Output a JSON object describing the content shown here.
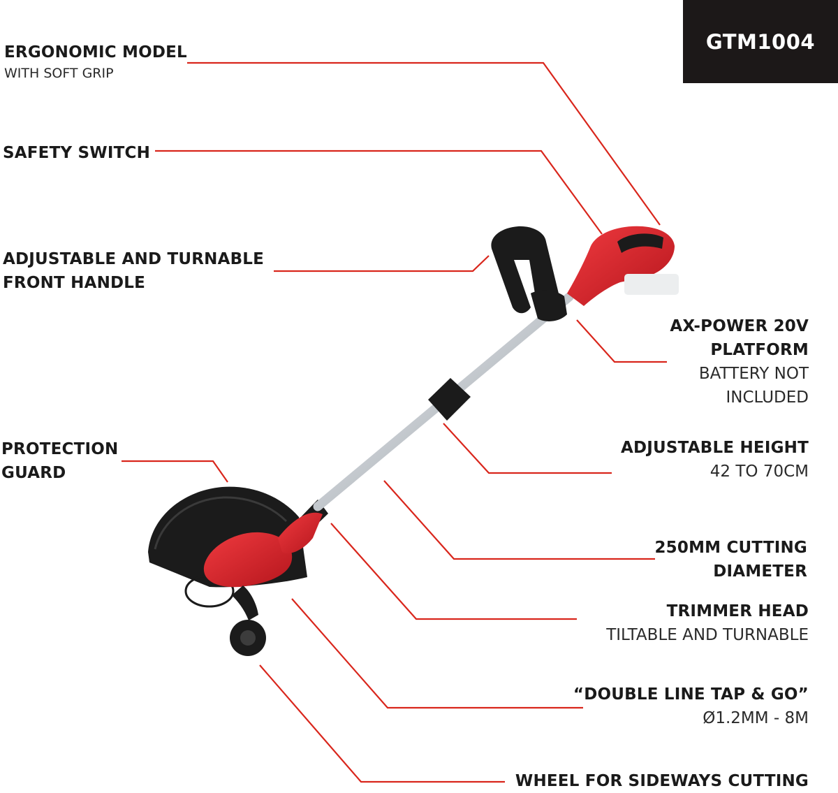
{
  "model": "GTM1004",
  "callouts": {
    "ergonomic": {
      "title": "ERGONOMIC MODEL",
      "sub": "WITH SOFT GRIP"
    },
    "safety_switch": {
      "title": "SAFETY SWITCH"
    },
    "front_handle": {
      "title": "ADJUSTABLE AND TURNABLE",
      "title2": "FRONT HANDLE"
    },
    "protection_guard": {
      "title": "PROTECTION",
      "title2": "GUARD"
    },
    "platform": {
      "title": "AX-POWER 20V",
      "title2": "PLATFORM",
      "sub": "BATTERY NOT",
      "sub2": "INCLUDED"
    },
    "height": {
      "title": "ADJUSTABLE HEIGHT",
      "sub": "42 TO 70CM"
    },
    "diameter": {
      "title": "250MM CUTTING",
      "title2": "DIAMETER"
    },
    "trimmer_head": {
      "title": "TRIMMER HEAD",
      "sub": "TILTABLE AND TURNABLE"
    },
    "line_feed": {
      "title": "“DOUBLE LINE TAP & GO”",
      "sub": "Ø1.2MM - 8M"
    },
    "wheel": {
      "title": "WHEEL FOR SIDEWAYS CUTTING"
    }
  },
  "colors": {
    "callout_line": "#d9261c",
    "model_box": "#1c1818",
    "tool_red": "#d8222a",
    "tool_black": "#1b1b1b",
    "shaft": "#c9cdd1"
  }
}
